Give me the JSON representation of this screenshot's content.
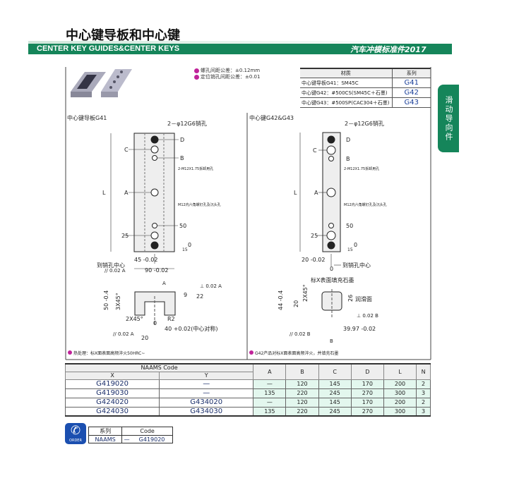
{
  "title": "中心键导板和中心键",
  "band": {
    "subtitle": "CENTER KEY GUIDES&CENTER KEYS",
    "right": "汽车冲模标准件2017"
  },
  "side_tab": "滑动导向件",
  "notes": [
    "螺孔间距公差：±0.12mm",
    "定位销孔间距公差：±0.01"
  ],
  "material": {
    "header": [
      "材质",
      "系列"
    ],
    "rows": [
      [
        "中心键导板G41：SM45C",
        "G41"
      ],
      [
        "中心键G42：#500CS(SM45C＋石墨)",
        "G42"
      ],
      [
        "中心键G43：#500SP(CAC304＋石墨)",
        "G43"
      ]
    ]
  },
  "left": {
    "title": "中心键导板G41",
    "pin": "2－φ12G6销孔",
    "D": "D",
    "C": "C",
    "B": "B",
    "A": "A",
    "tap": "2-M12X1.75拆卸用孔",
    "screw": "M12内六角螺钉孔及沉头孔",
    "d50": "50",
    "d25": "25",
    "d0": "0",
    "d15": "15",
    "L": "L",
    "d45": "45 -0.02",
    "center": "到销孔中心",
    "d90": "90 -0.02",
    "par1": "// 0.02 A",
    "refA": "A",
    "perp": "⊥ 0.02 A",
    "d9": "9",
    "d22": "22",
    "d50h": "50 -0.4",
    "ch3": "3X45°",
    "ch2": "2X45°",
    "r2": "R2",
    "z": "0",
    "d40": "40 +0.02(中心对称)",
    "par2": "// 0.02 A",
    "d20": "20",
    "foot": "热处理：标X面表面高频淬火50HRC~"
  },
  "right": {
    "title": "中心键G42&G43",
    "pin": "2－φ12G6销孔",
    "D": "D",
    "C": "C",
    "B": "B",
    "A": "A",
    "tap": "2-M12X1.75拆卸用孔",
    "screw": "M12内六角螺钉孔及沉头孔",
    "d50": "50",
    "d25": "25",
    "d0": "0",
    "d15": "15",
    "L": "L",
    "d20": "20 -0.02",
    "z": "0",
    "center": "到销孔中心",
    "fill": "标X表面填充石墨",
    "ch2": "2X45°",
    "d44": "44 -0.4",
    "d20v": "20",
    "d26": "26",
    "lube": "润滑面",
    "perp": "⊥ 0.02 B",
    "d3997": "39.97 -0.02",
    "par": "// 0.02 B",
    "refB": "B",
    "foot": "G42产品对标X面表面高频淬火，并填充石墨"
  },
  "spec": {
    "naams": "NAAMS Code",
    "x": "X",
    "y": "Y",
    "cols": [
      "A",
      "B",
      "C",
      "D",
      "L",
      "N"
    ],
    "rows": [
      [
        "G419020",
        "—",
        "—",
        "120",
        "145",
        "170",
        "200",
        "2"
      ],
      [
        "G419030",
        "—",
        "135",
        "220",
        "245",
        "270",
        "300",
        "3"
      ],
      [
        "G424020",
        "G434020",
        "—",
        "120",
        "145",
        "170",
        "200",
        "2"
      ],
      [
        "G424030",
        "G434030",
        "135",
        "220",
        "245",
        "270",
        "300",
        "3"
      ]
    ]
  },
  "order": {
    "icon_label": "ORDER",
    "header": [
      "系列",
      "Code"
    ],
    "row": [
      "NAAMS",
      "—",
      "G419020"
    ]
  }
}
